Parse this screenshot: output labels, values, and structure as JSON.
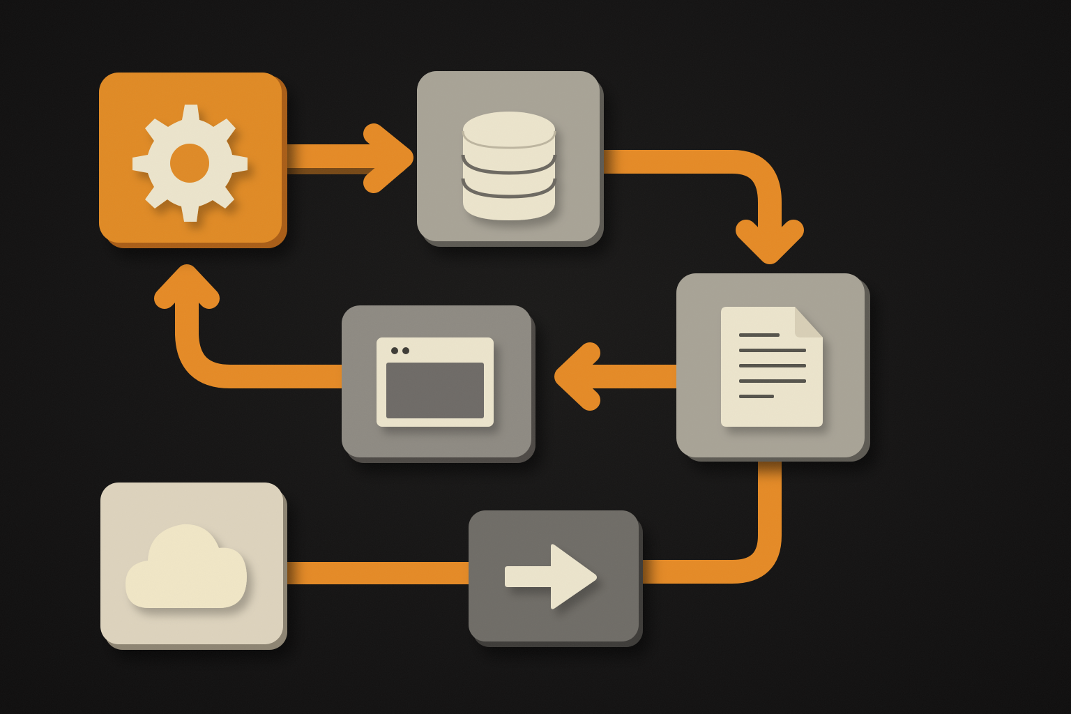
{
  "colors": {
    "background": "#131212",
    "accent_orange": "#e58a25",
    "tile_orange": "#e08a24",
    "tile_gray_light": "#a8a396",
    "tile_gray_dark": "#6f6c66",
    "tile_cream": "#ddd3bd",
    "icon_cream": "#ece4cc",
    "window_screen": "#6e6b66"
  },
  "nodes": [
    {
      "id": "settings",
      "icon": "gear-icon",
      "style": "orange"
    },
    {
      "id": "database",
      "icon": "database-icon",
      "style": "gray-light"
    },
    {
      "id": "document",
      "icon": "document-icon",
      "style": "gray-light"
    },
    {
      "id": "window",
      "icon": "browser-window-icon",
      "style": "gray-mid"
    },
    {
      "id": "cloud",
      "icon": "cloud-icon",
      "style": "cream"
    },
    {
      "id": "forward",
      "icon": "arrow-right-icon",
      "style": "gray-dark"
    }
  ],
  "connections": [
    {
      "from": "settings",
      "to": "database",
      "arrowhead": true
    },
    {
      "from": "database",
      "to": "document",
      "arrowhead": true
    },
    {
      "from": "document",
      "to": "window",
      "arrowhead": true
    },
    {
      "from": "window",
      "to": "settings",
      "arrowhead": true
    },
    {
      "from": "cloud",
      "to": "forward",
      "arrowhead": false
    },
    {
      "from": "forward",
      "to": "document",
      "arrowhead": false
    }
  ]
}
